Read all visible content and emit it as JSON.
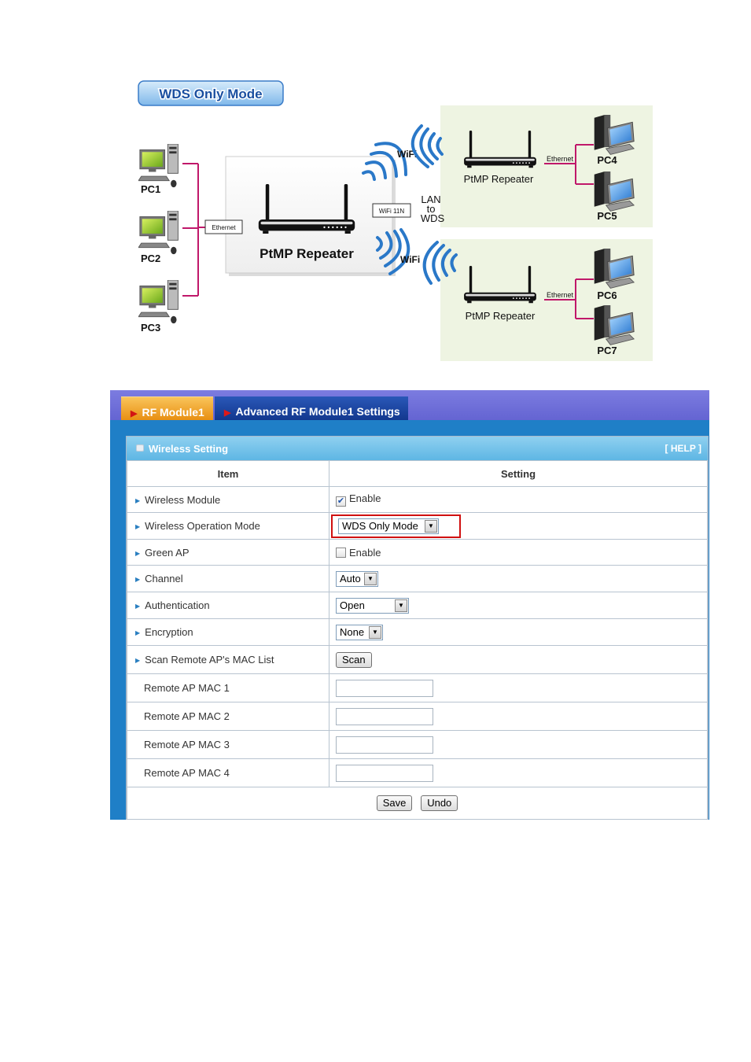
{
  "diagram": {
    "title_badge": "WDS Only Mode",
    "main_router_label": "PtMP Repeater",
    "ethernet_label": "Ethernet",
    "wifi11n_label": "WiFi 11N",
    "wifi_top": "WiFi",
    "wifi_bottom": "WiFi",
    "lan_to_wds": [
      "LAN",
      "to",
      "WDS"
    ],
    "left_pcs": [
      "PC1",
      "PC2",
      "PC3"
    ],
    "remote_top": {
      "router_label": "PtMP Repeater",
      "ethernet_label": "Ethernet",
      "pcs": [
        "PC4",
        "PC5"
      ]
    },
    "remote_bottom": {
      "router_label": "PtMP Repeater",
      "ethernet_label": "Ethernet",
      "pcs": [
        "PC6",
        "PC7"
      ]
    }
  },
  "tabs": [
    {
      "label": "RF Module1",
      "active": true
    },
    {
      "label": "Advanced RF Module1 Settings",
      "active": false
    }
  ],
  "section": {
    "title": "Wireless Setting",
    "help": "[ HELP ]"
  },
  "table": {
    "col_item": "Item",
    "col_setting": "Setting",
    "rows": {
      "wireless_module": {
        "label": "Wireless Module",
        "checkbox_label": "Enable",
        "checked": true
      },
      "operation_mode": {
        "label": "Wireless Operation Mode",
        "value": "WDS Only Mode"
      },
      "green_ap": {
        "label": "Green AP",
        "checkbox_label": "Enable",
        "checked": false
      },
      "channel": {
        "label": "Channel",
        "value": "Auto"
      },
      "authentication": {
        "label": "Authentication",
        "value": "Open"
      },
      "encryption": {
        "label": "Encryption",
        "value": "None"
      },
      "scan": {
        "label": "Scan Remote AP's MAC List",
        "button": "Scan"
      },
      "mac1": {
        "label": "Remote AP MAC 1",
        "value": ""
      },
      "mac2": {
        "label": "Remote AP MAC 2",
        "value": ""
      },
      "mac3": {
        "label": "Remote AP MAC 3",
        "value": ""
      },
      "mac4": {
        "label": "Remote AP MAC 4",
        "value": ""
      }
    },
    "save_label": "Save",
    "undo_label": "Undo"
  },
  "colors": {
    "panel_blue": "#1f7fc7",
    "tabbar": "#6464d2",
    "active_tab": "#e88f12",
    "section_header": "#5eb6e4",
    "highlight": "#d01010",
    "cable": "#c0186a",
    "remote_bg": "#eef4e2"
  }
}
